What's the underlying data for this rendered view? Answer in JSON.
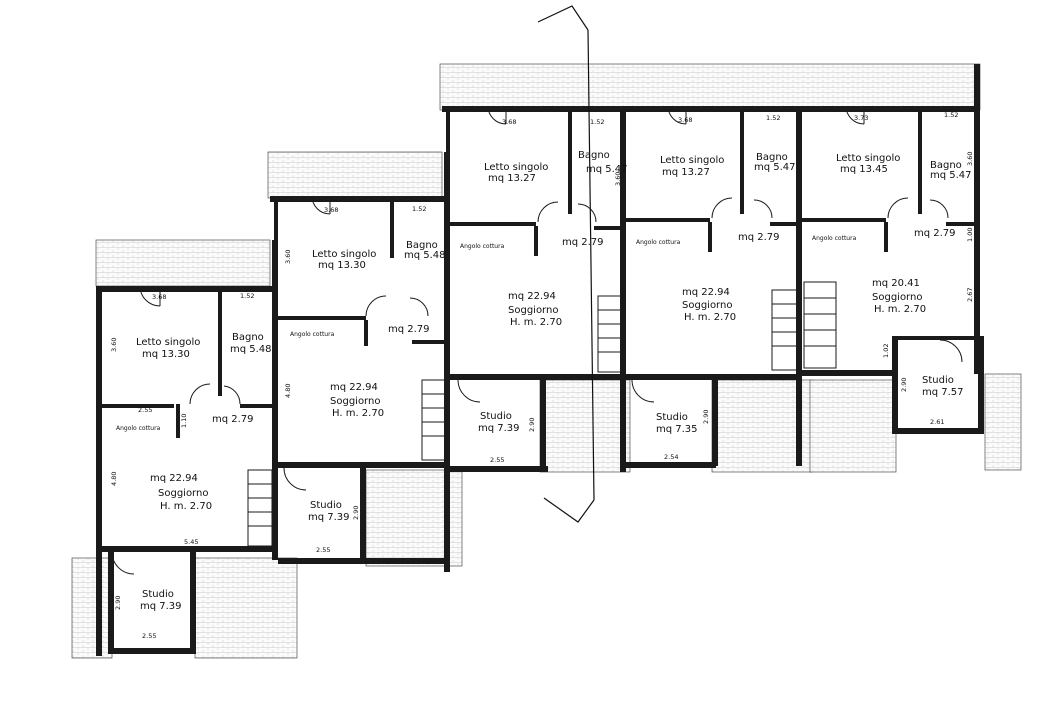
{
  "rooms": {
    "u1_letto": {
      "name": "Letto singolo",
      "area": "mq 13.30"
    },
    "u1_bagno": {
      "name": "Bagno",
      "area": "mq 5.48"
    },
    "u1_disimpegno": {
      "area": "mq 2.79"
    },
    "u1_angolo": {
      "name": "Angolo cottura"
    },
    "u1_soggiorno": {
      "area": "mq 22.94",
      "name": "Soggiorno",
      "height": "H. m. 2.70"
    },
    "u1_studio": {
      "name": "Studio",
      "area": "mq 7.39"
    },
    "u2_letto": {
      "name": "Letto singolo",
      "area": "mq 13.30"
    },
    "u2_bagno": {
      "name": "Bagno",
      "area": "mq 5.48"
    },
    "u2_disimpegno": {
      "area": "mq 2.79"
    },
    "u2_angolo": {
      "name": "Angolo cottura"
    },
    "u2_soggiorno": {
      "area": "mq 22.94",
      "name": "Soggiorno",
      "height": "H. m. 2.70"
    },
    "u2_studio": {
      "name": "Studio",
      "area": "mq 7.39"
    },
    "u3_letto": {
      "name": "Letto singolo",
      "area": "mq 13.27"
    },
    "u3_bagno": {
      "name": "Bagno",
      "area": "mq 5.47"
    },
    "u3_disimpegno": {
      "area": "mq 2.79"
    },
    "u3_angolo": {
      "name": "Angolo cottura"
    },
    "u3_soggiorno": {
      "area": "mq 22.94",
      "name": "Soggiorno",
      "height": "H. m. 2.70"
    },
    "u3_studio": {
      "name": "Studio",
      "area": "mq 7.39"
    },
    "u4_letto": {
      "name": "Letto singolo",
      "area": "mq 13.27"
    },
    "u4_bagno": {
      "name": "Bagno",
      "area": "mq 5.47"
    },
    "u4_disimpegno": {
      "area": "mq 2.79"
    },
    "u4_angolo": {
      "name": "Angolo cottura"
    },
    "u4_soggiorno": {
      "area": "mq 22.94",
      "name": "Soggiorno",
      "height": "H. m. 2.70"
    },
    "u4_studio": {
      "name": "Studio",
      "area": "mq 7.35"
    },
    "u5_letto": {
      "name": "Letto singolo",
      "area": "mq 13.45"
    },
    "u5_bagno": {
      "name": "Bagno",
      "area": "mq 5.47"
    },
    "u5_disimpegno": {
      "area": "mq 2.79"
    },
    "u5_angolo": {
      "name": "Angolo cottura"
    },
    "u5_soggiorno": {
      "area": "mq 20.41",
      "name": "Soggiorno",
      "height": "H. m. 2.70"
    },
    "u5_studio": {
      "name": "Studio",
      "area": "mq 7.57"
    }
  },
  "dimensions": {
    "u1": {
      "letto_w": "3.68",
      "bagno_w": "1.52",
      "letto_h": "3.60",
      "disimp_w": "2.55",
      "disimp_h": "1.10",
      "sogg_h": "4.80",
      "sogg_w": "5.45",
      "studio_h": "2.90",
      "studio_w": "2.55"
    },
    "u2": {
      "letto_w": "3.68",
      "bagno_w": "1.52",
      "letto_h": "3.60",
      "sogg_h": "4.80",
      "studio_h": "2.90",
      "studio_w": "2.55"
    },
    "u3": {
      "letto_w": "3.68",
      "bagno_w": "1.52",
      "letto_h": "3.60",
      "studio_h": "2.90",
      "studio_w": "2.55"
    },
    "u4": {
      "letto_w": "3.68",
      "bagno_w": "1.52",
      "studio_h": "2.90",
      "studio_w": "2.54"
    },
    "u5": {
      "letto_w": "3.73",
      "bagno_w": "1.52",
      "letto_h": "3.60",
      "bagno_h": "1.00",
      "sogg_h": "2.67",
      "studio_h1": "1.02",
      "studio_h": "2.90",
      "studio_w": "2.61"
    }
  }
}
